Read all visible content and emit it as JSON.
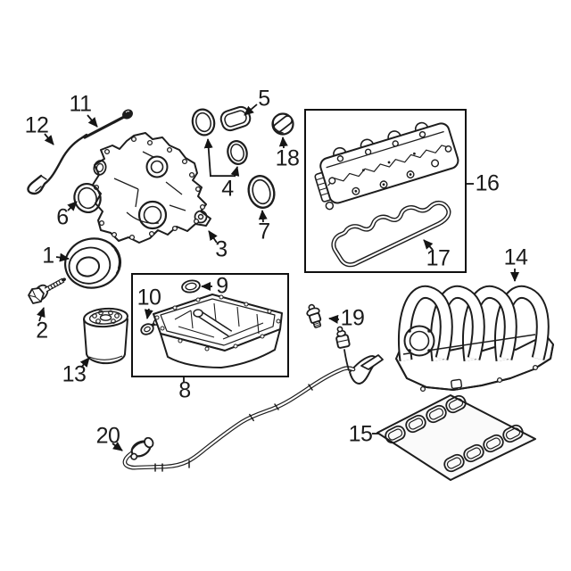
{
  "diagram": {
    "kind": "engine-parts-exploded-view-diagram",
    "background": "#ffffff",
    "line_color": "#1d1d1d",
    "label_color": "#1b1b1b"
  },
  "callouts": [
    {
      "number": "1",
      "part": "crankshaft-pulley"
    },
    {
      "number": "2",
      "part": "pulley-bolt"
    },
    {
      "number": "3",
      "part": "engine-front-timing-cover"
    },
    {
      "number": "4",
      "part": "seal-pair"
    },
    {
      "number": "5",
      "part": "oval-gasket"
    },
    {
      "number": "6",
      "part": "round-seal"
    },
    {
      "number": "7",
      "part": "round-seal"
    },
    {
      "number": "8",
      "part": "oil-pan"
    },
    {
      "number": "9",
      "part": "o-ring"
    },
    {
      "number": "10",
      "part": "oil-drain-plug"
    },
    {
      "number": "11",
      "part": "oil-dipstick"
    },
    {
      "number": "12",
      "part": "dipstick-tube"
    },
    {
      "number": "13",
      "part": "oil-filter"
    },
    {
      "number": "14",
      "part": "intake-manifold"
    },
    {
      "number": "15",
      "part": "intake-manifold-gasket-sheet"
    },
    {
      "number": "16",
      "part": "valve-cover"
    },
    {
      "number": "17",
      "part": "valve-cover-gasket"
    },
    {
      "number": "18",
      "part": "oil-filler-cap"
    },
    {
      "number": "19",
      "part": "oil-pressure-sensor"
    },
    {
      "number": "20",
      "part": "oil-level-sensor-harness"
    }
  ]
}
